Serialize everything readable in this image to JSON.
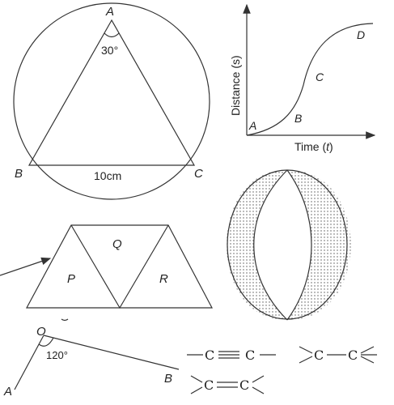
{
  "colors": {
    "stroke": "#333333",
    "text": "#222222",
    "dot": "#555555",
    "background": "#ffffff"
  },
  "circle_triangle": {
    "vertex_a": "A",
    "vertex_b": "B",
    "vertex_c": "C",
    "angle_label": "30°",
    "side_label": "10cm"
  },
  "distance_time_graph": {
    "y_axis_label": "Distance (s)",
    "x_axis_label_text": "Time (",
    "x_axis_label_var": "t",
    "x_axis_label_close": ")",
    "point_a": "A",
    "point_b": "B",
    "point_c": "C",
    "point_d": "D"
  },
  "trapezoid": {
    "region_p": "P",
    "region_q": "Q",
    "region_r": "R"
  },
  "angle_diagram": {
    "vertex_o": "O",
    "point_a": "A",
    "point_b": "B",
    "angle_label": "120°"
  },
  "chemical_bonds": {
    "triple_left_atom": "C",
    "triple_right_atom": "C",
    "single_left_atom": "C",
    "single_right_atom": "C",
    "double_left_atom": "C",
    "double_right_atom": "C"
  }
}
